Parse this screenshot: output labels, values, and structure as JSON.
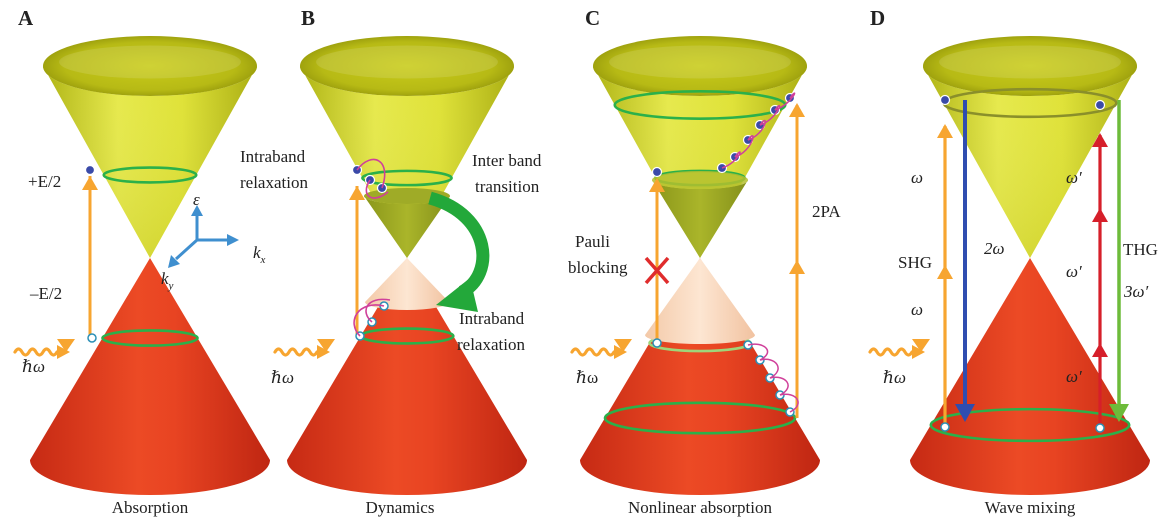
{
  "panels": [
    {
      "letter": "A",
      "caption": "Absorption"
    },
    {
      "letter": "B",
      "caption": "Dynamics"
    },
    {
      "letter": "C",
      "caption": "Nonlinear absorption"
    },
    {
      "letter": "D",
      "caption": "Wave mixing"
    }
  ],
  "panel_a": {
    "plus_e": "+E/2",
    "minus_e": "–E/2",
    "hbar_omega": "ℏω",
    "axis_eps": "ε",
    "axis_kx": "k",
    "axis_kx_sub": "x",
    "axis_ky": "k",
    "axis_ky_sub": "y"
  },
  "panel_b": {
    "intraband_top": [
      "Intraband",
      "relaxation"
    ],
    "interband": [
      "Inter band",
      "transition"
    ],
    "intraband_bottom": [
      "Intraband",
      "relaxation"
    ],
    "hbar_omega": "ℏω"
  },
  "panel_c": {
    "pauli": [
      "Pauli",
      "blocking"
    ],
    "twopa": "2PA",
    "hbar_omega": "ℏω"
  },
  "panel_d": {
    "omega_top": "ω",
    "shg": "SHG",
    "omega_bottom": "ω",
    "two_omega": "2ω",
    "omega_p1": "ω′",
    "omega_p2": "ω′",
    "omega_p3": "ω′",
    "thg": "THG",
    "three_omega_p": "3ω′",
    "hbar_omega": "ℏω"
  },
  "colors": {
    "upper_cone": "#d7da1e",
    "lower_cone": "#e23a1f",
    "ring": "#2bb04a",
    "pump_arrow": "#f7a530",
    "green_arrow": "#23a83a",
    "red_cross": "#e02c2c",
    "blue_arrow": "#2f4db0",
    "red_arrow": "#d61f2a",
    "green_line": "#6dbb3a",
    "relax_curve": "#d0409a"
  }
}
